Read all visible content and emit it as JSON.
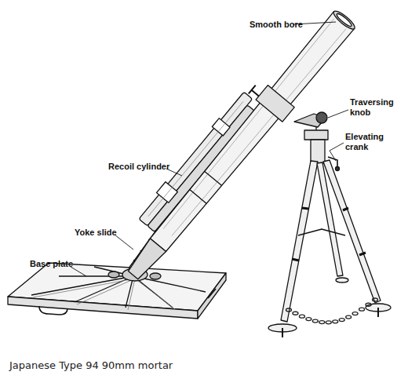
{
  "diagram": {
    "caption": "Japanese Type 94 90mm mortar",
    "labels": [
      "Smooth bore",
      "Traversing knob",
      "Elevating crank",
      "Recoil cylinder",
      "Yoke slide",
      "Base plate"
    ]
  }
}
